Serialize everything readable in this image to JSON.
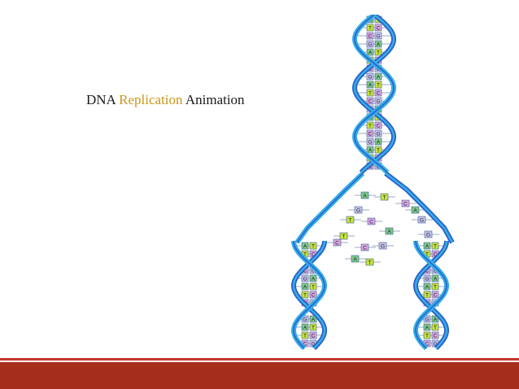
{
  "slide": {
    "title_part1": "DNA",
    "title_highlight": "Replication",
    "title_part2": "Animation"
  },
  "colors": {
    "text": "#1a1a1a",
    "highlight": "#c9961a",
    "backbone_dark": "#2c5ec8",
    "backbone_light": "#33aee8",
    "base_green": "#7ec98a",
    "base_lime": "#c6e43a",
    "base_pink": "#d9a7e6",
    "base_lavender": "#c7c2f0",
    "footer_dark": "#a52d1c",
    "footer_thin": "#c0392b"
  },
  "diagram": {
    "base_labels": [
      "A",
      "T",
      "C",
      "G"
    ]
  }
}
